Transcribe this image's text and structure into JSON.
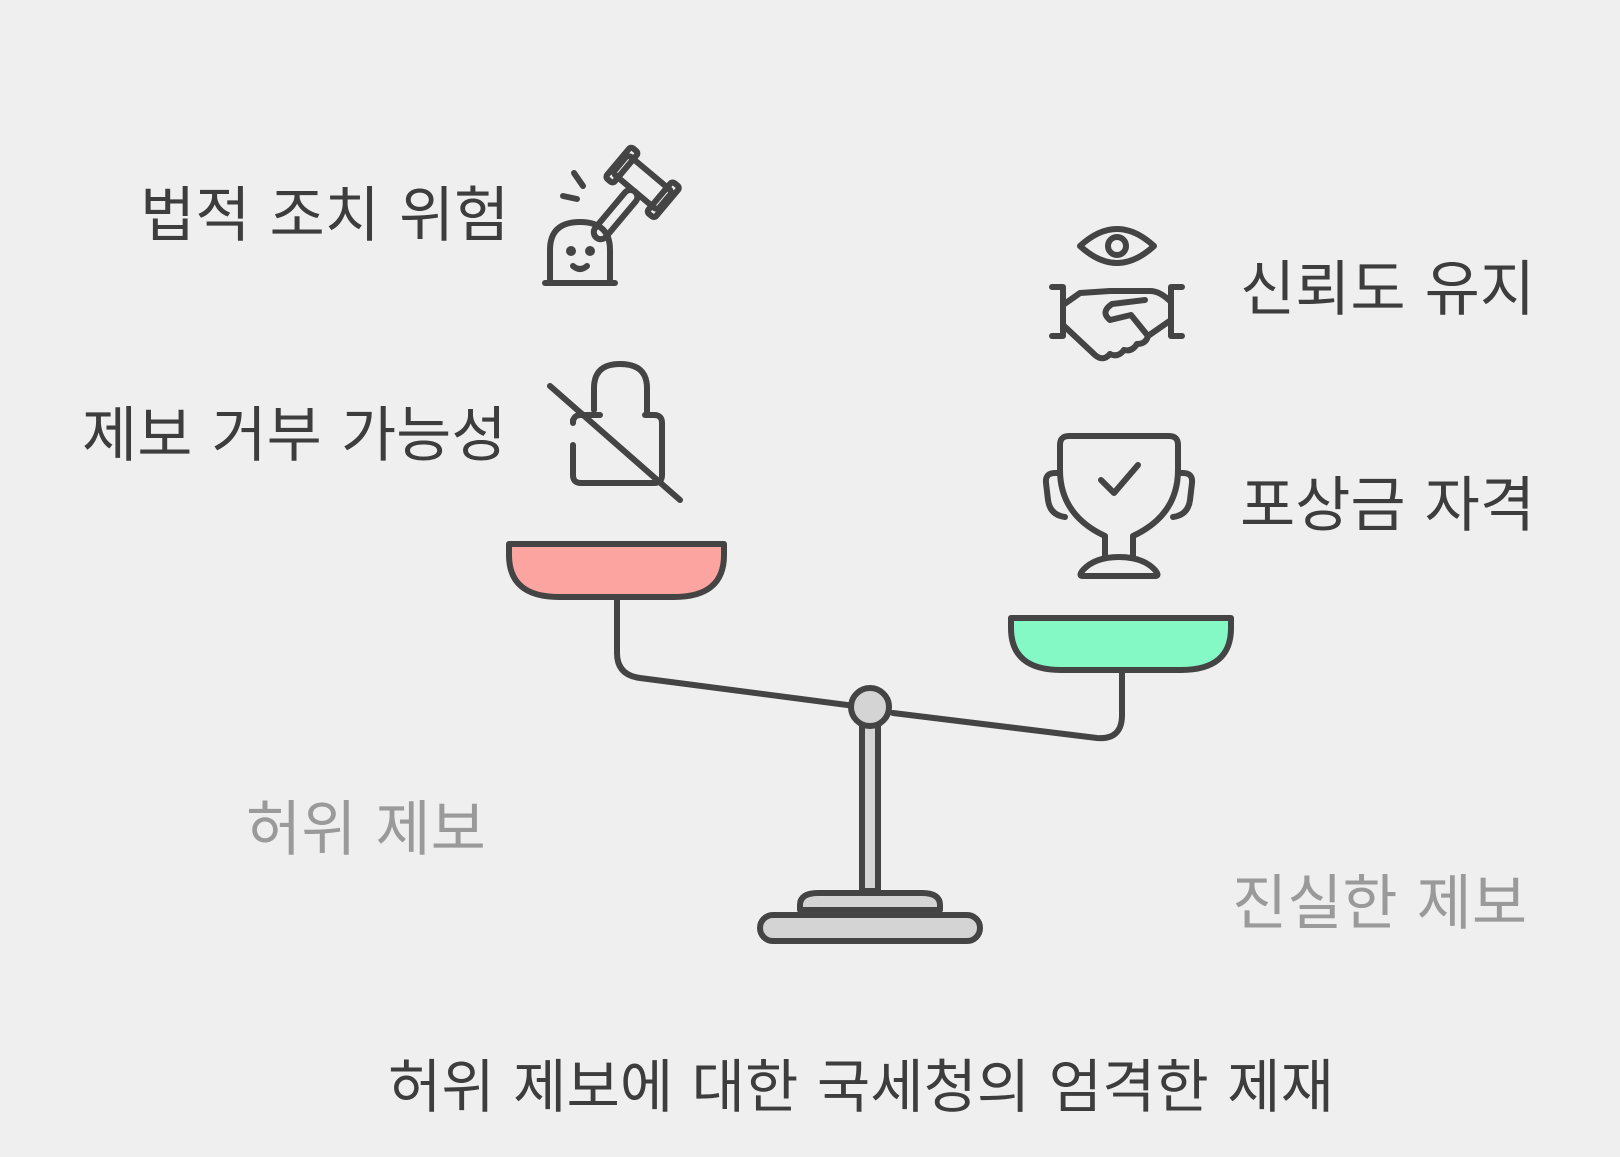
{
  "diagram": {
    "left_side": {
      "label": "허위 제보",
      "items": [
        "법적 조치 위험",
        "제보 거부 가능성"
      ],
      "icons": [
        "gavel-ghost-icon",
        "unlocked-lock-crossed-icon"
      ],
      "pan_color": "#fca5a0"
    },
    "right_side": {
      "label": "진실한 제보",
      "items": [
        "신뢰도 유지",
        "포상금 자격"
      ],
      "icons": [
        "eye-handshake-icon",
        "trophy-check-icon"
      ],
      "pan_color": "#84f9c5"
    },
    "caption": "허위 제보에 대한 국세청의 엄격한 제재",
    "colors": {
      "background": "#efefef",
      "stroke": "#444444",
      "scale_body": "#d4d4d4"
    }
  }
}
